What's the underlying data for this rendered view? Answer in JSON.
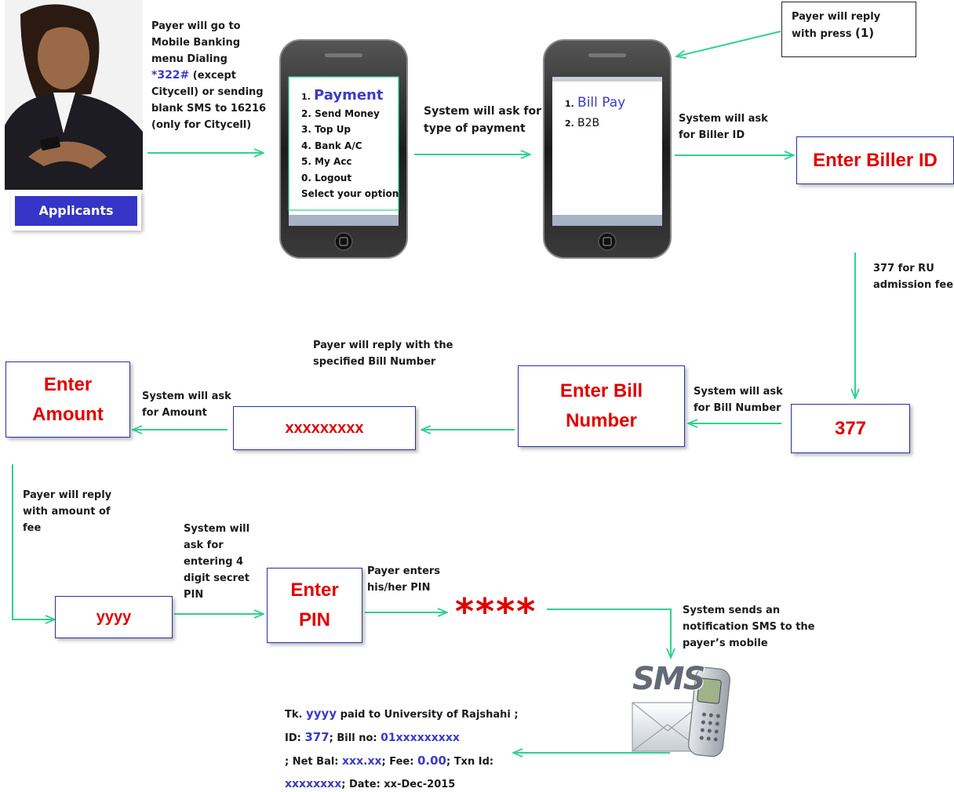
{
  "applicant": {
    "label": "Applicants"
  },
  "step_dial": {
    "line1": "Payer will go to",
    "line2": "Mobile Banking",
    "line3": "menu Dialing",
    "code": "*322#",
    "line4_rest": " (except",
    "line5": "Citycell) or sending",
    "line6": "blank SMS to 16216",
    "line7": "(only for Citycell)"
  },
  "phone1": {
    "items": [
      {
        "num": "1.",
        "label": "Payment"
      },
      {
        "num": "",
        "label": "2. Send Money"
      },
      {
        "num": "",
        "label": "3. Top Up"
      },
      {
        "num": "",
        "label": "4. Bank A/C"
      },
      {
        "num": "",
        "label": "5. My Acc"
      },
      {
        "num": "",
        "label": "0. Logout"
      },
      {
        "num": "",
        "label": "Select your option"
      }
    ]
  },
  "step_type": {
    "line1": "System will ask for",
    "line2": "type of payment"
  },
  "phone2": {
    "items": [
      {
        "num": "1.",
        "label": "Bill Pay"
      },
      {
        "num": "2.",
        "label": "B2B"
      }
    ]
  },
  "reply_press": {
    "line1": "Payer will reply",
    "line2": "with press ",
    "key": "(1)"
  },
  "step_biller": {
    "line1": "System will ask",
    "line2": "for Biller ID"
  },
  "box_biller": {
    "label": "Enter Biller ID"
  },
  "note_377": {
    "line1": "377 for RU",
    "line2": "admission fee"
  },
  "box_377": {
    "label": "377"
  },
  "step_billnum": {
    "line1": "System will ask",
    "line2": "for Bill Number"
  },
  "box_billnum": {
    "line1": "Enter Bill",
    "line2": "Number"
  },
  "reply_billnum": {
    "line1": "Payer will reply with the",
    "line2": "specified Bill Number"
  },
  "box_xxx": {
    "label": "xxxxxxxxx"
  },
  "step_amount": {
    "line1": "System will ask",
    "line2": "for Amount"
  },
  "box_amount": {
    "line1": "Enter",
    "line2": "Amount"
  },
  "reply_amount": {
    "line1": "Payer will reply",
    "line2": "with amount of",
    "line3": "fee"
  },
  "box_yyyy": {
    "label": "yyyy"
  },
  "step_pin": {
    "line1": "System will",
    "line2": "ask for",
    "line3": "entering 4",
    "line4": "digit secret",
    "line5": "PIN"
  },
  "box_pin": {
    "line1": "Enter",
    "line2": "PIN"
  },
  "reply_pin": {
    "line1": "Payer enters",
    "line2": "his/her PIN"
  },
  "stars": {
    "label": "****"
  },
  "step_sms": {
    "line1": "System sends an",
    "line2": "notification SMS to the",
    "line3": "payer’s mobile"
  },
  "sms_icon": {
    "label": "SMS"
  },
  "notification": {
    "tk": "Tk. ",
    "amount": "yyyy",
    "paid": " paid to University of Rajshahi ;",
    "id_label": "ID: ",
    "id_value": "377",
    "bill_label": "; Bill no: ",
    "bill_value": "01xxxxxxxxx",
    "netbal_label": "; Net Bal: ",
    "netbal_value": "xxx.xx",
    "fee_label": ";  Fee: ",
    "fee_value": "0.00",
    "txn_label": "; Txn Id:",
    "txn_value": "xxxxxxxx",
    "date_label": "; Date: xx-Dec-2015"
  },
  "colors": {
    "arrow": "#2fd28f",
    "box_border": "#2d2da8",
    "red": "#e00000",
    "blue": "#3b3bc8"
  }
}
